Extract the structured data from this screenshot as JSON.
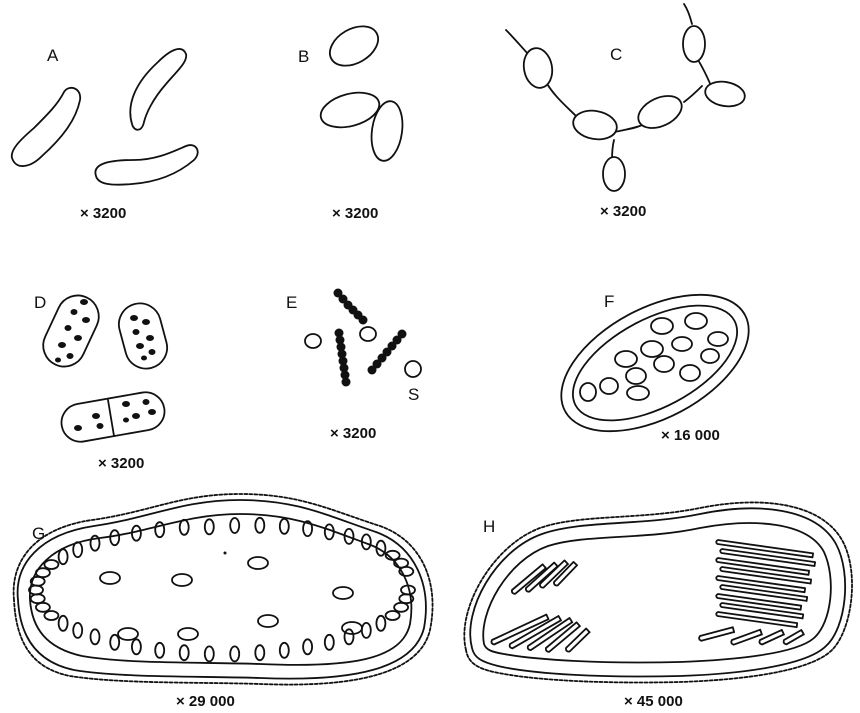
{
  "panels": [
    {
      "label": "A",
      "magnification": "× 3200"
    },
    {
      "label": "B",
      "magnification": "× 3200"
    },
    {
      "label": "C",
      "magnification": "× 3200"
    },
    {
      "label": "D",
      "magnification": "× 3200"
    },
    {
      "label": "E",
      "magnification": "× 3200",
      "annotation": "S"
    },
    {
      "label": "F",
      "magnification": "× 16 000"
    },
    {
      "label": "G",
      "magnification": "× 29 000"
    },
    {
      "label": "H",
      "magnification": "× 45 000"
    }
  ]
}
